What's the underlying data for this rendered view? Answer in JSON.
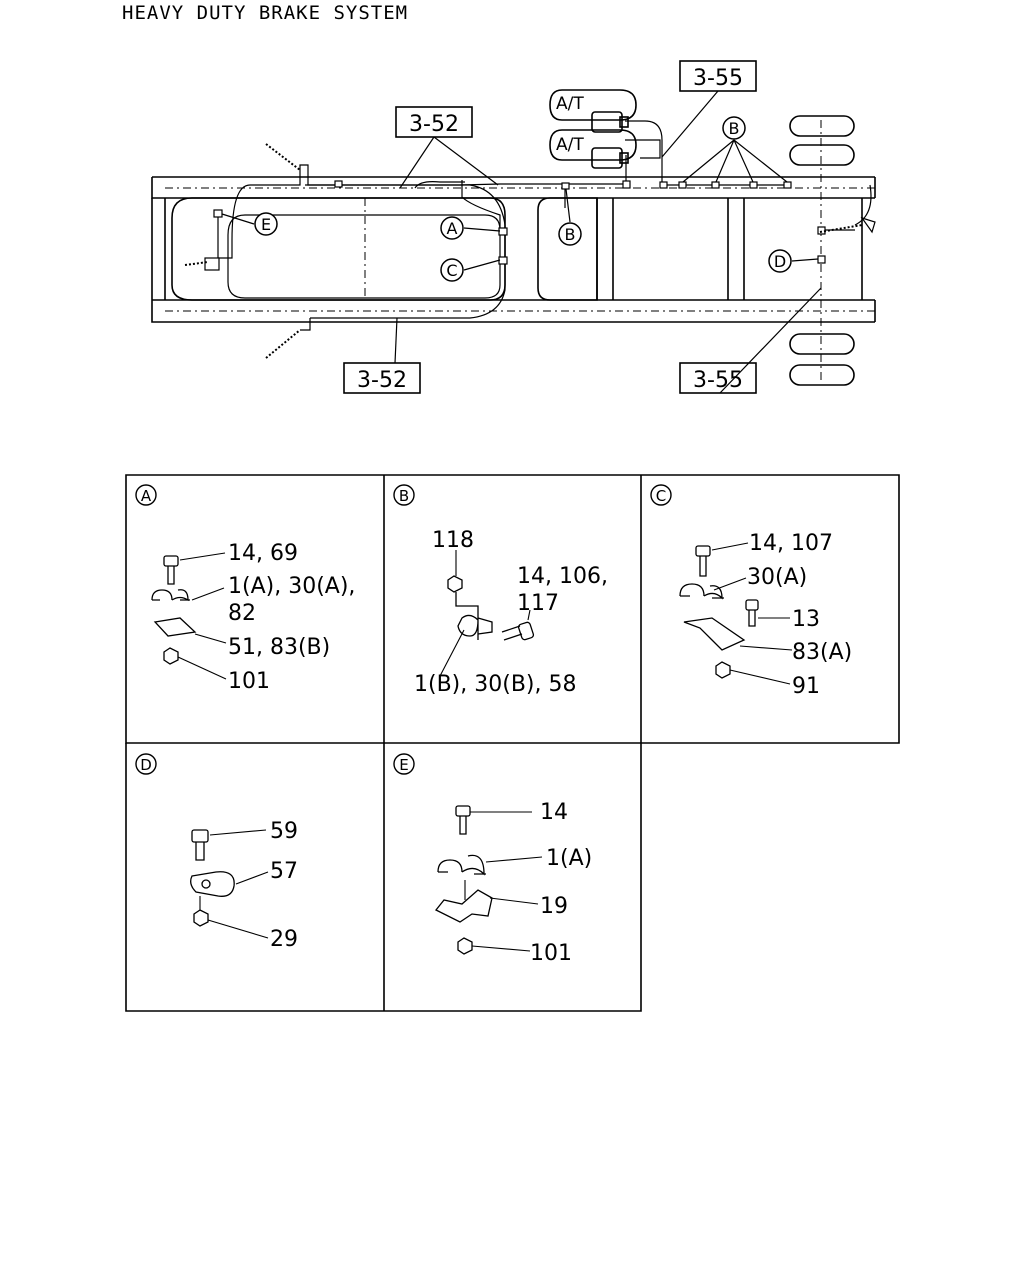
{
  "title": "HEAVY DUTY BRAKE SYSTEM",
  "refs": {
    "ref_352_top": "3-52",
    "ref_352_bottom": "3-52",
    "ref_355_top": "3-55",
    "ref_355_bottom": "3-55"
  },
  "tank_labels": {
    "at1": "A/T",
    "at2": "A/T"
  },
  "callouts": {
    "A": "A",
    "B_top": "B",
    "B_mid": "B",
    "C": "C",
    "D": "D",
    "E": "E"
  },
  "details": {
    "A": {
      "letter": "A",
      "labels": [
        "14, 69",
        "1(A), 30(A),",
        "82",
        "51, 83(B)",
        "101"
      ]
    },
    "B": {
      "letter": "B",
      "labels": [
        "118",
        "14, 106,",
        "117",
        "1(B), 30(B), 58"
      ]
    },
    "C": {
      "letter": "C",
      "labels": [
        "14, 107",
        "30(A)",
        "13",
        "83(A)",
        "91"
      ]
    },
    "D": {
      "letter": "D",
      "labels": [
        "59",
        "57",
        "29"
      ]
    },
    "E": {
      "letter": "E",
      "labels": [
        "14",
        "1(A)",
        "19",
        "101"
      ]
    }
  }
}
